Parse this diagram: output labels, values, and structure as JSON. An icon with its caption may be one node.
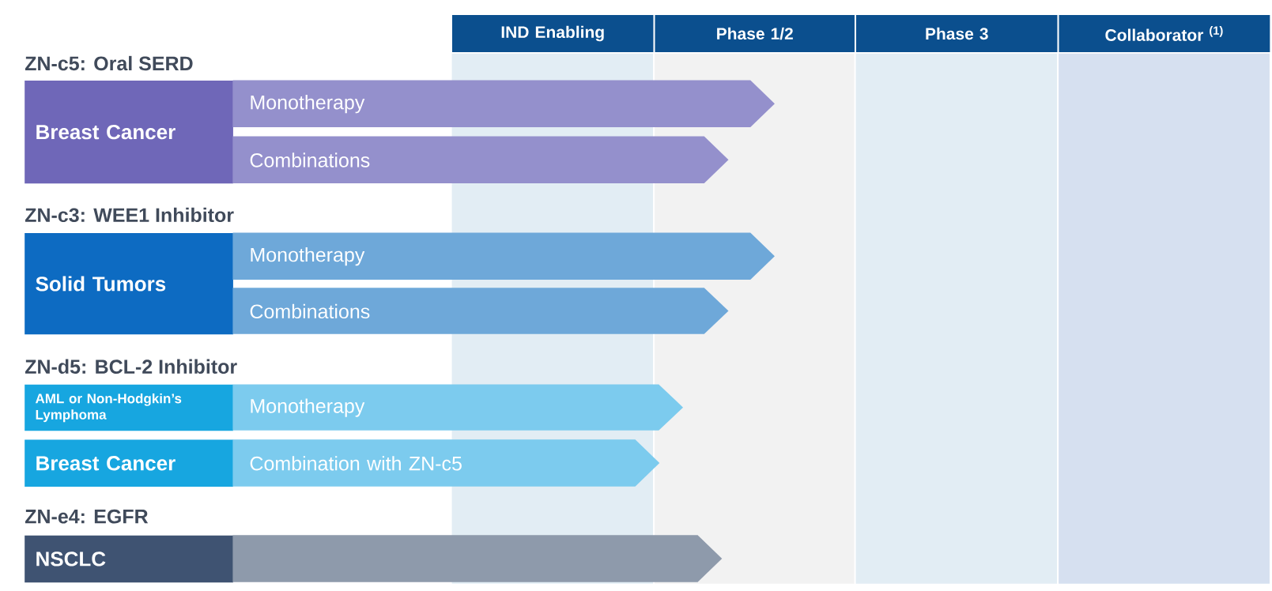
{
  "diagram": {
    "nodes": [
      {
        "text": [
          "IND Enabling"
        ]
      },
      {
        "text": [
          "Phase 1/2"
        ]
      },
      {
        "text": [
          "Phase 3"
        ]
      },
      {
        "text": [
          "Collaborator $^{(1)}$"
        ]
      },
      {
        "text": [
          "Breast Cancer"
        ]
      },
      {
        "text": [
          "Monotherapy"
        ]
      },
      {
        "text": [
          "Combinations"
        ]
      },
      {
        "text": [
          "Solid Tumors"
        ]
      },
      {
        "text": [
          "Monotherapy"
        ]
      },
      {
        "text": [
          "Combinations"
        ]
      },
      {
        "text": [
          "AML or Non-Hodgkin’s Lymphoma"
        ]
      },
      {
        "text": [
          "Monotherapy"
        ]
      },
      {
        "text": [
          "Breast Cancer"
        ]
      },
      {
        "text": [
          "Combination with ZN-c5"
        ]
      },
      {
        "text": [
          "NSCLC"
        ]
      },
      {
        "text": [],
        "shape": "bar"
      }
    ],
    "edges": [],
    "labels": [
      "ZN-c5: Oral SERD",
      "ZN-c3: WEE1 Inhibitor",
      "ZN-d5: BCL-2 Inhibitor",
      "ZN-e4: EGFR"
    ]
  }
}
